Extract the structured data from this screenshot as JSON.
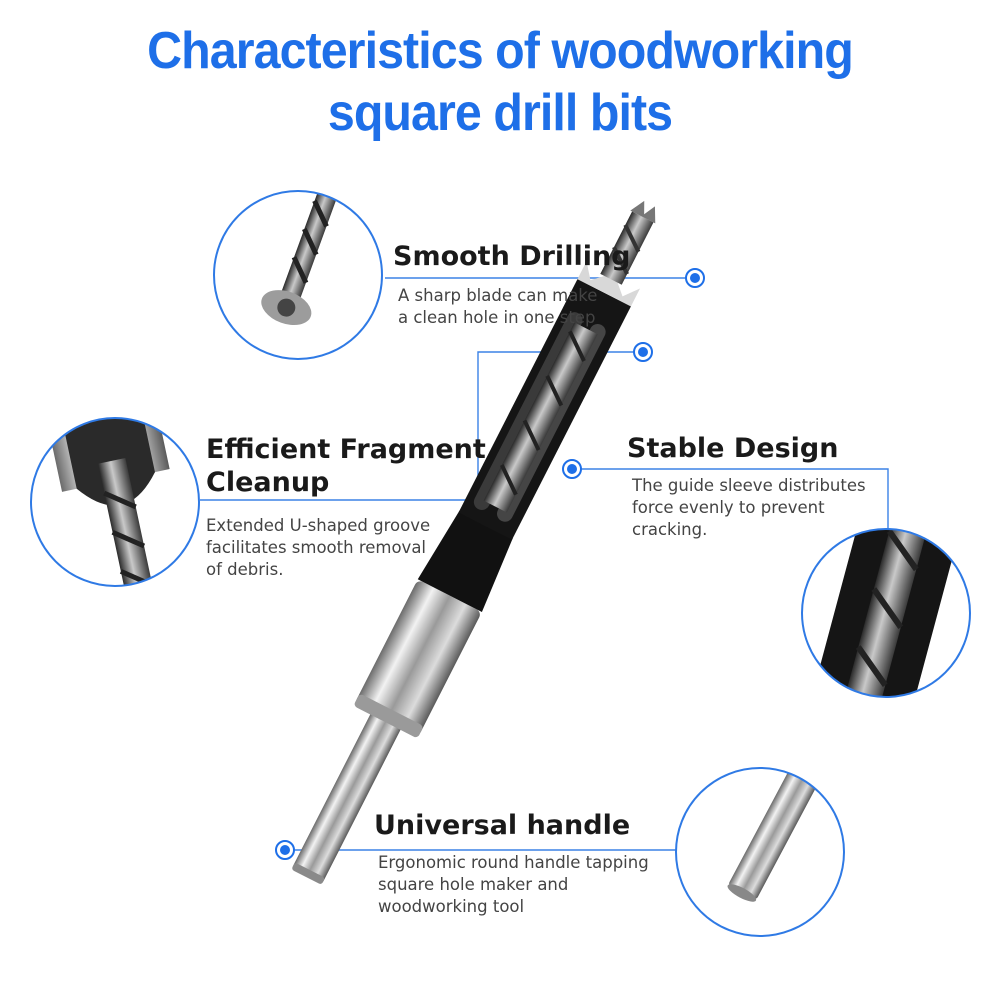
{
  "title": {
    "line1": "Characteristics of woodworking",
    "line2": "square drill bits"
  },
  "features": [
    {
      "heading": [
        "Smooth Drilling"
      ],
      "description": [
        "A sharp blade can make",
        "a clean hole in one step"
      ]
    },
    {
      "heading": [
        "Efficient Fragment",
        "Cleanup"
      ],
      "description": [
        "Extended U-shaped groove",
        "facilitates smooth removal",
        "of debris."
      ]
    },
    {
      "heading": [
        "Stable Design"
      ],
      "description": [
        "The guide sleeve distributes",
        "force evenly to prevent",
        "cracking."
      ]
    },
    {
      "heading": [
        "Universal handle"
      ],
      "description": [
        "Ergonomic round handle tapping",
        "square hole maker and",
        "woodworking tool"
      ]
    }
  ],
  "colors": {
    "accent": "#1e6fe8",
    "callout_line": "#3b82e6",
    "heading": "#1a1a1a",
    "text": "#444444"
  },
  "icons": [
    "marker-dot-icon"
  ]
}
